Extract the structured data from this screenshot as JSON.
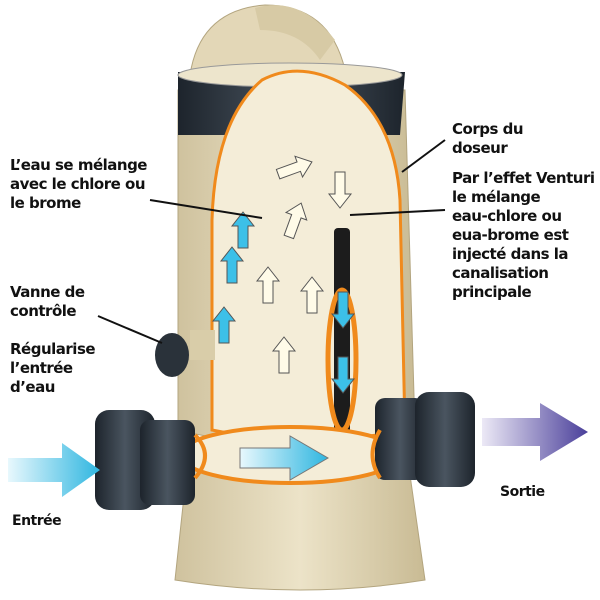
{
  "labels": {
    "mixing": [
      "L’eau se mélange",
      "avec le chlore ou",
      "le brome"
    ],
    "body": [
      "Corps du",
      "doseur"
    ],
    "venturi": [
      "Par l’effet Venturi",
      "le mélange",
      "eau-chlore ou",
      "eua-brome est",
      "injecté dans la",
      "canalisation",
      "principale"
    ],
    "valve": [
      "Vanne de",
      "contrôle"
    ],
    "regulates": [
      "Régularise",
      "l’entrée",
      "d’eau"
    ],
    "inlet": "Entrée",
    "outlet": "Sortie"
  },
  "colors": {
    "body": "#e6dbbd",
    "interior": "#f4edd8",
    "outline": "#f08a1c",
    "fitting": "#26303a",
    "inlet_arrow": "#2fb6e0",
    "outlet_arrow": "#4a3f9a"
  }
}
